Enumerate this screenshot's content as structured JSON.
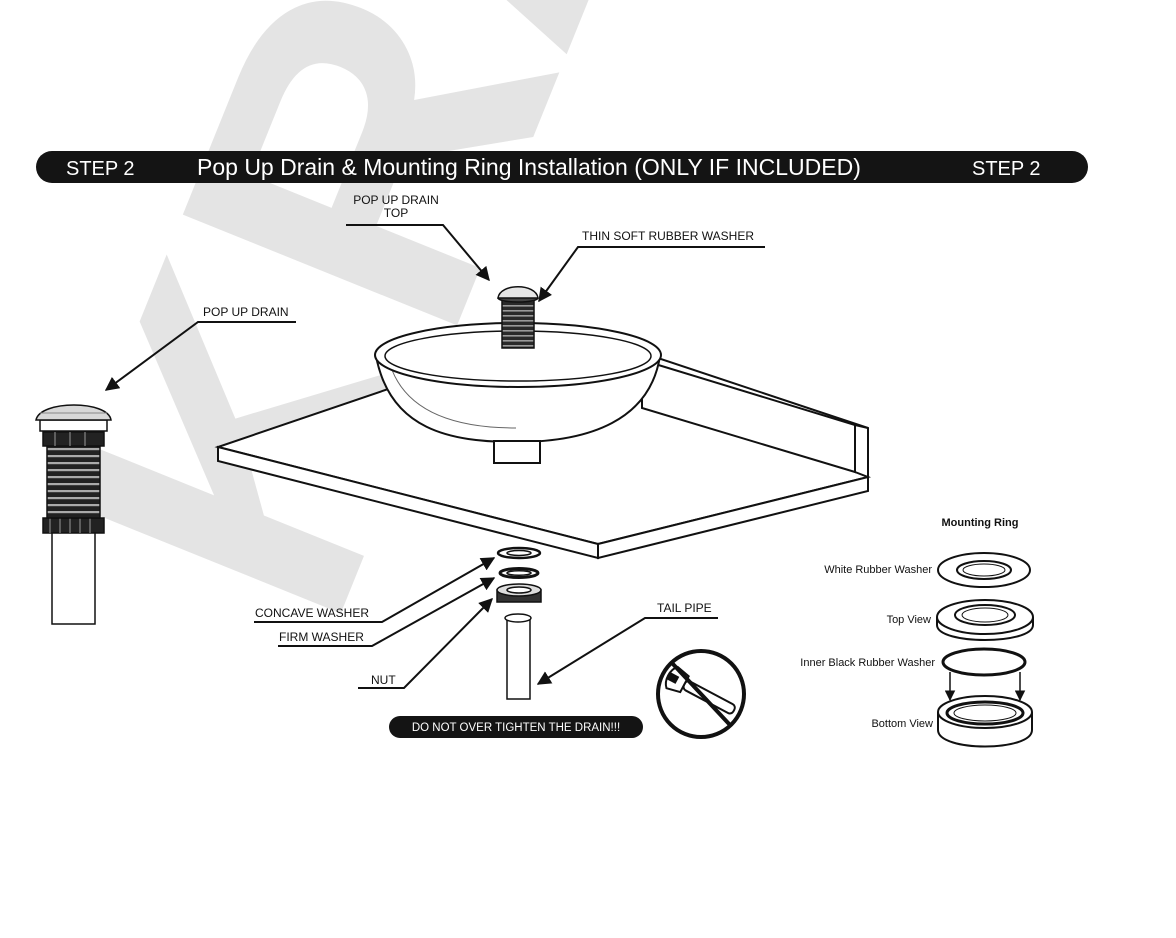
{
  "watermark": {
    "text": "KRA",
    "color": "#dcdcdc"
  },
  "header": {
    "step_left": "STEP 2",
    "title": "Pop Up Drain & Mounting Ring Installation (ONLY IF INCLUDED)",
    "step_right": "STEP 2",
    "bar_color": "#141414",
    "text_color": "#ffffff"
  },
  "labels": {
    "pop_up_drain_top_line1": "POP UP DRAIN",
    "pop_up_drain_top_line2": "TOP",
    "thin_soft_rubber_washer": "THIN SOFT RUBBER WASHER",
    "pop_up_drain": "POP UP DRAIN",
    "concave_washer": "CONCAVE  WASHER",
    "firm_washer": "FIRM WASHER",
    "nut": "NUT",
    "tail_pipe": "TAIL PIPE"
  },
  "warning": {
    "text": "DO NOT OVER TIGHTEN THE DRAIN!!!",
    "icon": "no-wrench-icon"
  },
  "mounting_ring": {
    "title": "Mounting Ring",
    "white_rubber_washer": "White Rubber Washer",
    "top_view": "Top View",
    "inner_black_rubber_washer": "Inner Black Rubber Washer",
    "bottom_view": "Bottom View"
  }
}
